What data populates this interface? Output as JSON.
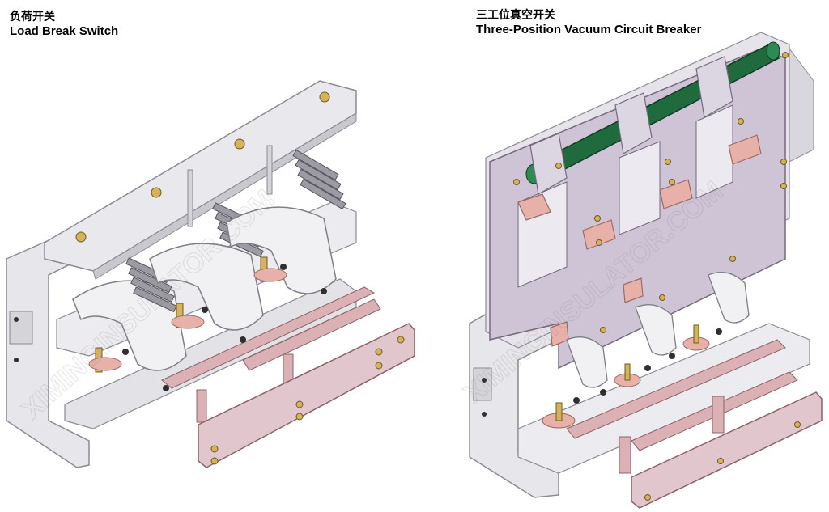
{
  "left_panel": {
    "title_zh": "负荷开关",
    "title_en": "Load Break Switch"
  },
  "right_panel": {
    "title_zh": "三工位真空开关",
    "title_en": "Three-Position Vacuum Circuit Breaker"
  },
  "watermark": "XIMINGINSULATOR.COM",
  "colors": {
    "frame_gray": "#e7e6ea",
    "frame_edge": "#8c8a93",
    "panel_lilac": "#cfc4d6",
    "copper_pink": "#e7b0a8",
    "arm_pink": "#dcb1b6",
    "shaft_green": "#1f6b3e",
    "brass": "#d6b25a",
    "bolt": "#2f2f2f"
  }
}
